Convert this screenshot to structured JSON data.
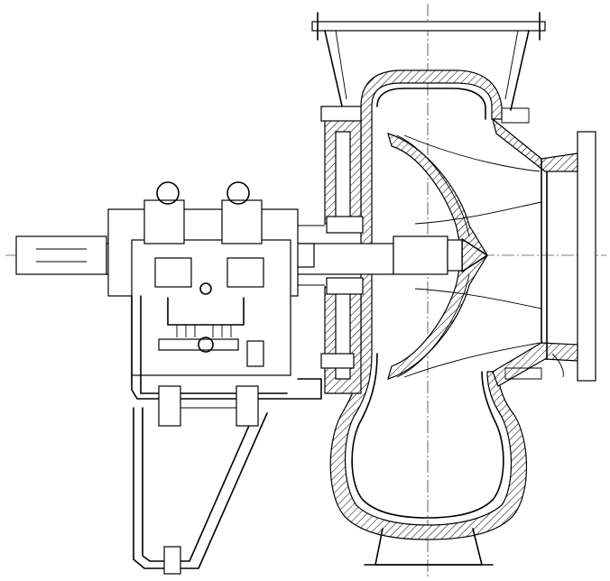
{
  "drawing": {
    "subject": "pump-cross-section",
    "components": [
      "shaft",
      "bearing-housing",
      "base-frame",
      "suction-flange",
      "volute-casing",
      "impeller",
      "discharge-flange",
      "pedestal-foot",
      "shaft-seal"
    ]
  }
}
